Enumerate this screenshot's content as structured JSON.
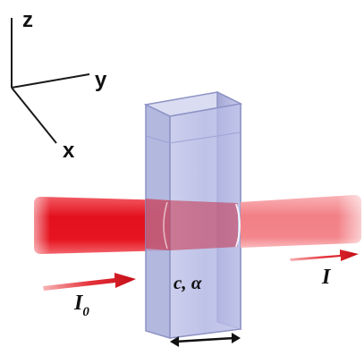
{
  "axes": {
    "z_label": "z",
    "y_label": "y",
    "x_label": "x"
  },
  "labels": {
    "incident_intensity_main": "I",
    "incident_intensity_sub": "0",
    "transmitted_intensity": "I",
    "cuvette_params": "c, α"
  },
  "colors": {
    "beam_incident": "#e8101e",
    "beam_transmitted": "#f47a80",
    "cuvette_face": "#b9bde6",
    "cuvette_edge": "#8d93c4",
    "arrow": "#d8141b",
    "axis_line": "#1a1a1a"
  }
}
